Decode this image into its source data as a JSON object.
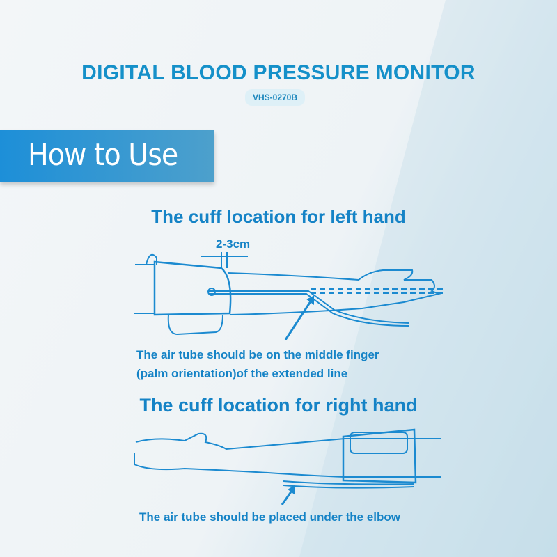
{
  "header": {
    "title": "DIGITAL BLOOD PRESSURE MONITOR",
    "model": "VHS-0270B"
  },
  "banner": {
    "label": "How to Use"
  },
  "left_hand": {
    "heading": "The cuff location for left hand",
    "distance_label": "2-3cm",
    "note_line1": "The air tube should be on the middle finger",
    "note_line2": "(palm orientation)of the extended line"
  },
  "right_hand": {
    "heading": "The cuff location for right hand",
    "note": "The air tube should be placed under the elbow"
  },
  "colors": {
    "accent": "#1583c6",
    "banner": "#1d8fd8"
  }
}
